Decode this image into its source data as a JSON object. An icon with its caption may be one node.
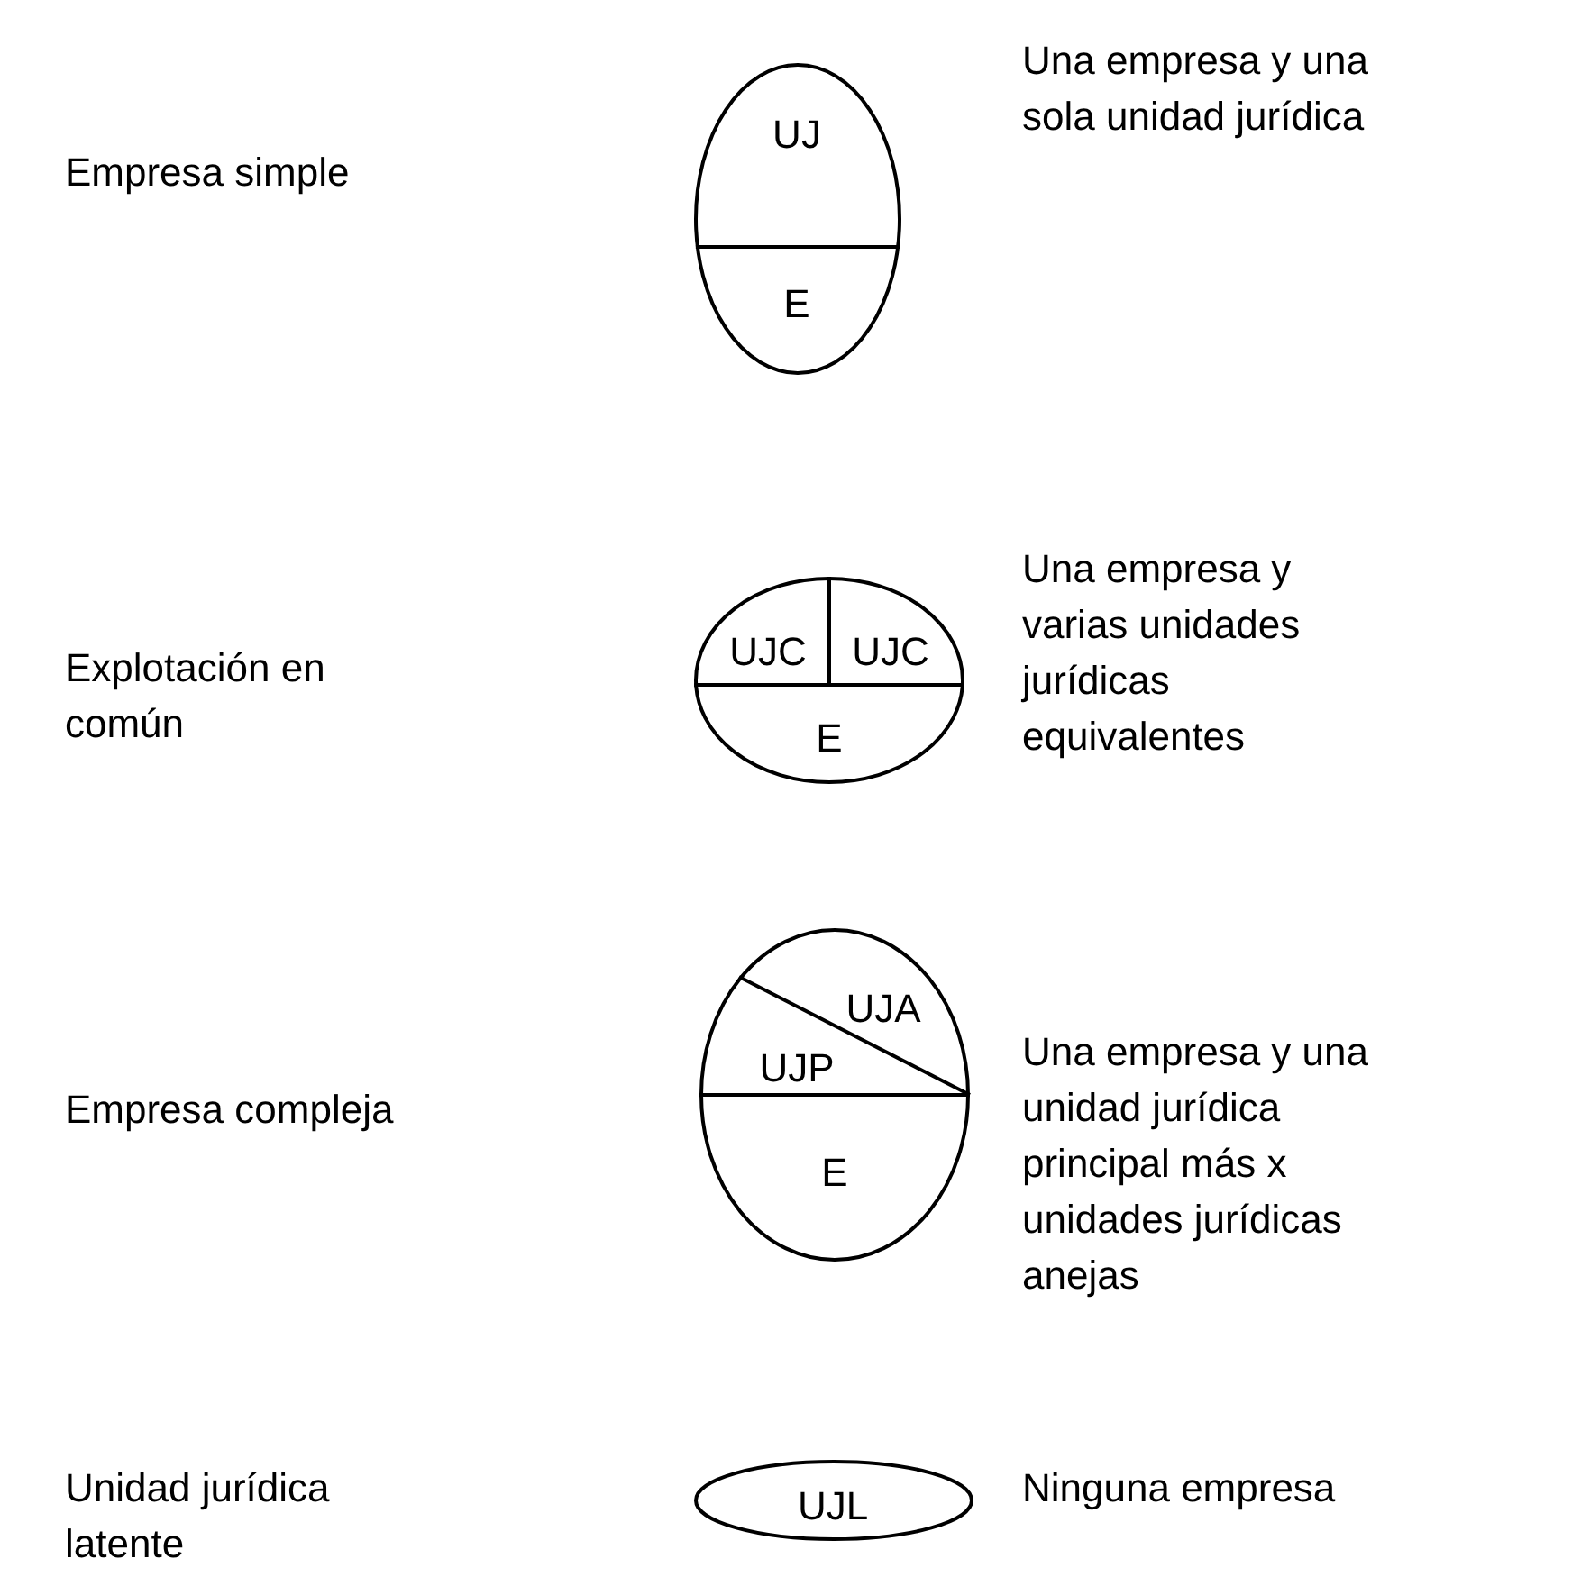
{
  "diagram": {
    "nodes": [
      {
        "text": [
          "UJ",
          "E"
        ],
        "beside": [
          "Una empresa y una sola unidad jurídica"
        ]
      },
      {
        "text": [
          "UJC",
          "UJC",
          "E"
        ],
        "beside": [
          "Una empresa y varias unidades jurídicas equivalentes"
        ]
      },
      {
        "text": [
          "UJA",
          "UJP",
          "E"
        ],
        "beside": [
          "Una empresa y una unidad jurídica principal más x unidades jurídicas anejas"
        ]
      },
      {
        "text": [
          "UJL"
        ],
        "beside": [
          "Ninguna empresa"
        ]
      }
    ],
    "labels": [
      "Empresa simple",
      "Explotación en común",
      "Empresa compleja",
      "Unidad jurídica latente"
    ]
  }
}
